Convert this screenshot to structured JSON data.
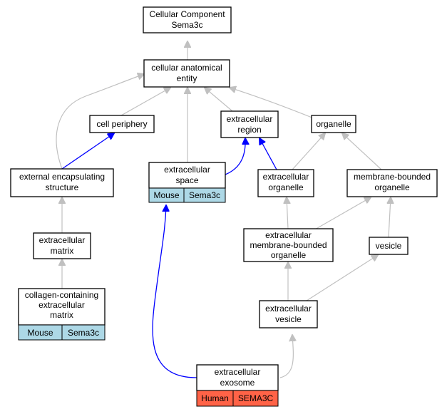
{
  "nodes": {
    "cellular_component": {
      "lines": [
        "Cellular Component",
        "Sema3c"
      ]
    },
    "cellular_anatomical_entity": {
      "lines": [
        "cellular anatomical",
        "entity"
      ]
    },
    "cell_periphery": {
      "lines": [
        "cell periphery"
      ]
    },
    "extracellular_region": {
      "lines": [
        "extracellular",
        "region"
      ]
    },
    "organelle": {
      "lines": [
        "organelle"
      ]
    },
    "external_encapsulating_structure": {
      "lines": [
        "external encapsulating",
        "structure"
      ]
    },
    "extracellular_space": {
      "lines": [
        "extracellular",
        "space"
      ],
      "annotations": [
        "Mouse",
        "Sema3c"
      ]
    },
    "extracellular_organelle": {
      "lines": [
        "extracellular",
        "organelle"
      ]
    },
    "membrane_bounded_organelle": {
      "lines": [
        "membrane-bounded",
        "organelle"
      ]
    },
    "extracellular_matrix": {
      "lines": [
        "extracellular",
        "matrix"
      ]
    },
    "extracellular_membrane_bounded_organelle": {
      "lines": [
        "extracellular",
        "membrane-bounded",
        "organelle"
      ]
    },
    "vesicle": {
      "lines": [
        "vesicle"
      ]
    },
    "collagen_containing_extracellular_matrix": {
      "lines": [
        "collagen-containing",
        "extracellular",
        "matrix"
      ],
      "annotations": [
        "Mouse",
        "Sema3c"
      ]
    },
    "extracellular_vesicle": {
      "lines": [
        "extracellular",
        "vesicle"
      ]
    },
    "extracellular_exosome": {
      "lines": [
        "extracellular",
        "exosome"
      ],
      "annotations": [
        "Human",
        "SEMA3C"
      ]
    }
  },
  "colors": {
    "gray_edge": "#c0c0c0",
    "blue_edge": "#0000ff",
    "mouse_cell": "#add8e6",
    "human_cell": "#ff6347"
  }
}
